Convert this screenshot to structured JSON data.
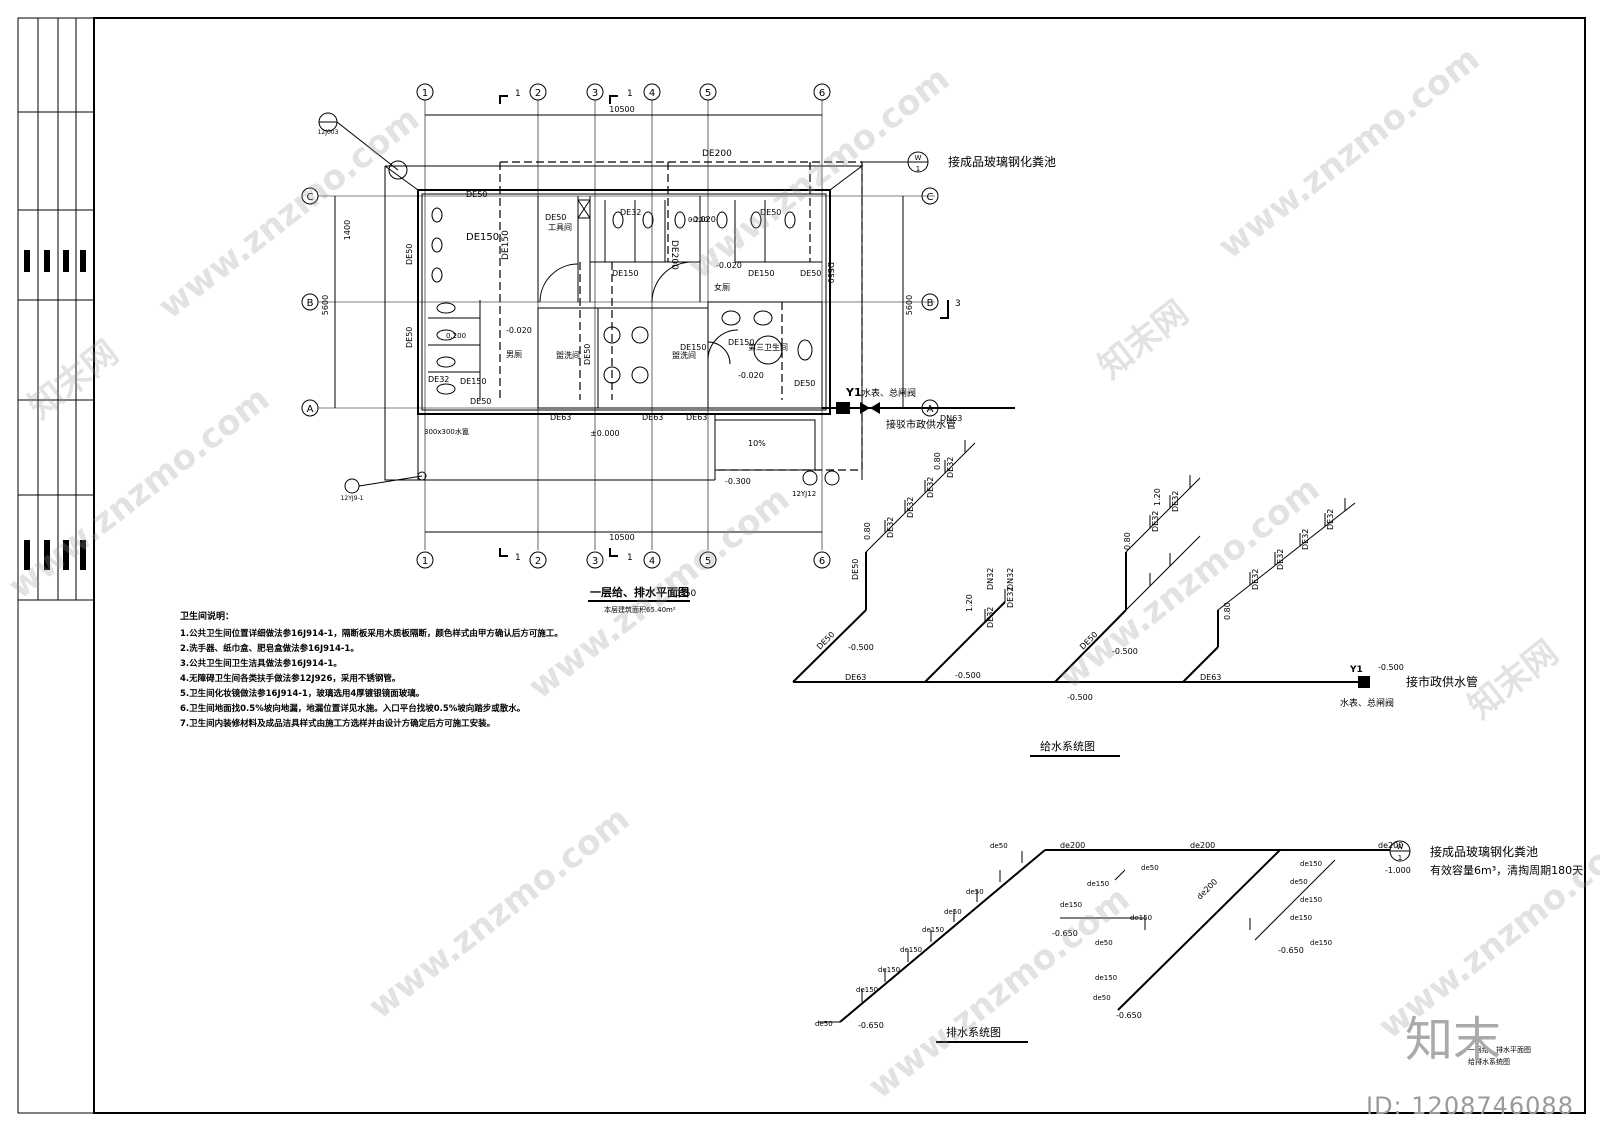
{
  "plan": {
    "title": "一层给、排水平面图",
    "scale": "1:50",
    "area_note": "本层建筑面积65.40m²",
    "axes_cols": [
      "1",
      "2",
      "3",
      "4",
      "5",
      "6"
    ],
    "axes_rows": [
      "C",
      "B",
      "A"
    ],
    "dim_total": "10500",
    "dim_left_top": "1400",
    "dim_left": "5600",
    "dim_right": "5600",
    "section_marks": [
      "1",
      "1",
      "1",
      "1",
      "3"
    ],
    "labels": [
      "DE200",
      "DE50",
      "DE150",
      "DE150",
      "DE50",
      "DE50",
      "DE32",
      "DE50",
      "DE150",
      "DE63",
      "DE63",
      "DE63",
      "DE50",
      "DE150",
      "DE150",
      "DE50",
      "DE150",
      "DE32",
      "DE50",
      "DE50",
      "DE50",
      "DE150",
      "DE50",
      "DE200"
    ],
    "rooms": [
      "工具间",
      "男厕",
      "盥洗间",
      "盥洗间",
      "女厕",
      "第三卫生间"
    ],
    "elev": [
      "-0.020",
      "-0.020",
      "-0.020",
      "-0.020",
      "±0.000",
      "-0.300",
      "0.200",
      "0.200"
    ],
    "slope": "10%",
    "ramp_note": "300x300水篦",
    "ref_top": "12J003",
    "ref_bottom": "12YJ9-1",
    "ref_ramp": "12YJ12",
    "septic_text": "接成品玻璃钢化粪池",
    "meter_text": "水表、总闸阀",
    "supply_text": "接驳市政供水管",
    "supply_dn": "DN63",
    "y1": "Y1"
  },
  "notes": {
    "title": "卫生间说明：",
    "items": [
      "1.公共卫生间位置详细做法参16J914-1，隔断板采用木质板隔断，颜色样式由甲方确认后方可施工。",
      "2.洗手器、纸巾盒、肥皂盒做法参16J914-1。",
      "3.公共卫生间卫生洁具做法参16J914-1。",
      "4.无障碍卫生间各类扶手做法参12J926，采用不锈钢管。",
      "5.卫生间化妆镜做法参16J914-1，玻璃选用4厚镀银镜面玻璃。",
      "6.卫生间地面找0.5%坡向地漏，地漏位置详见水施。入口平台找坡0.5%坡向踏步或散水。",
      "7.卫生间内装修材料及成品洁具样式由施工方选样并由设计方确定后方可施工安装。"
    ]
  },
  "supply": {
    "title": "给水系统图",
    "meter_text": "水表、总闸阀",
    "connect_text": "接市政供水管",
    "y1": "Y1",
    "labels": [
      "DE63",
      "DE63",
      "DE50",
      "DE50",
      "DE50",
      "DE32",
      "DE32",
      "DE32",
      "DE32",
      "DE32",
      "DE32",
      "DE32",
      "DE32",
      "DN32",
      "DN32",
      "DE32",
      "DE32",
      "DE32",
      "DE32"
    ],
    "heights": [
      "0.80",
      "0.80",
      "1.20",
      "1.20",
      "0.80",
      "0.80"
    ],
    "elev": [
      "-0.500",
      "-0.500",
      "-0.500",
      "-0.500",
      "-0.500"
    ]
  },
  "drain": {
    "title": "排水系统图",
    "septic_text": "接成品玻璃钢化粪池",
    "capacity_text": "有效容量6m³，清掏周期180天",
    "w_mark": "W",
    "w_num": "1",
    "main_labels": [
      "de200",
      "de200",
      "de200",
      "de200"
    ],
    "branch_labels": [
      "de50",
      "de50",
      "de50",
      "de50",
      "de150",
      "de150",
      "de150",
      "de150",
      "de150",
      "de150",
      "de150",
      "de150",
      "de50",
      "de50",
      "de50",
      "de50",
      "de150",
      "de150",
      "de150",
      "de150"
    ],
    "elev": [
      "-1.000",
      "-0.650",
      "-0.650",
      "-0.650",
      "-0.650"
    ]
  },
  "titleblock": {
    "sheet_title": "给排水系统图",
    "sheet_sub": "一层给、排水平面图"
  },
  "watermark": {
    "brand": "知末网",
    "url": "www.znzmo.com",
    "logo": "知末",
    "id": "ID: 1208746088"
  }
}
